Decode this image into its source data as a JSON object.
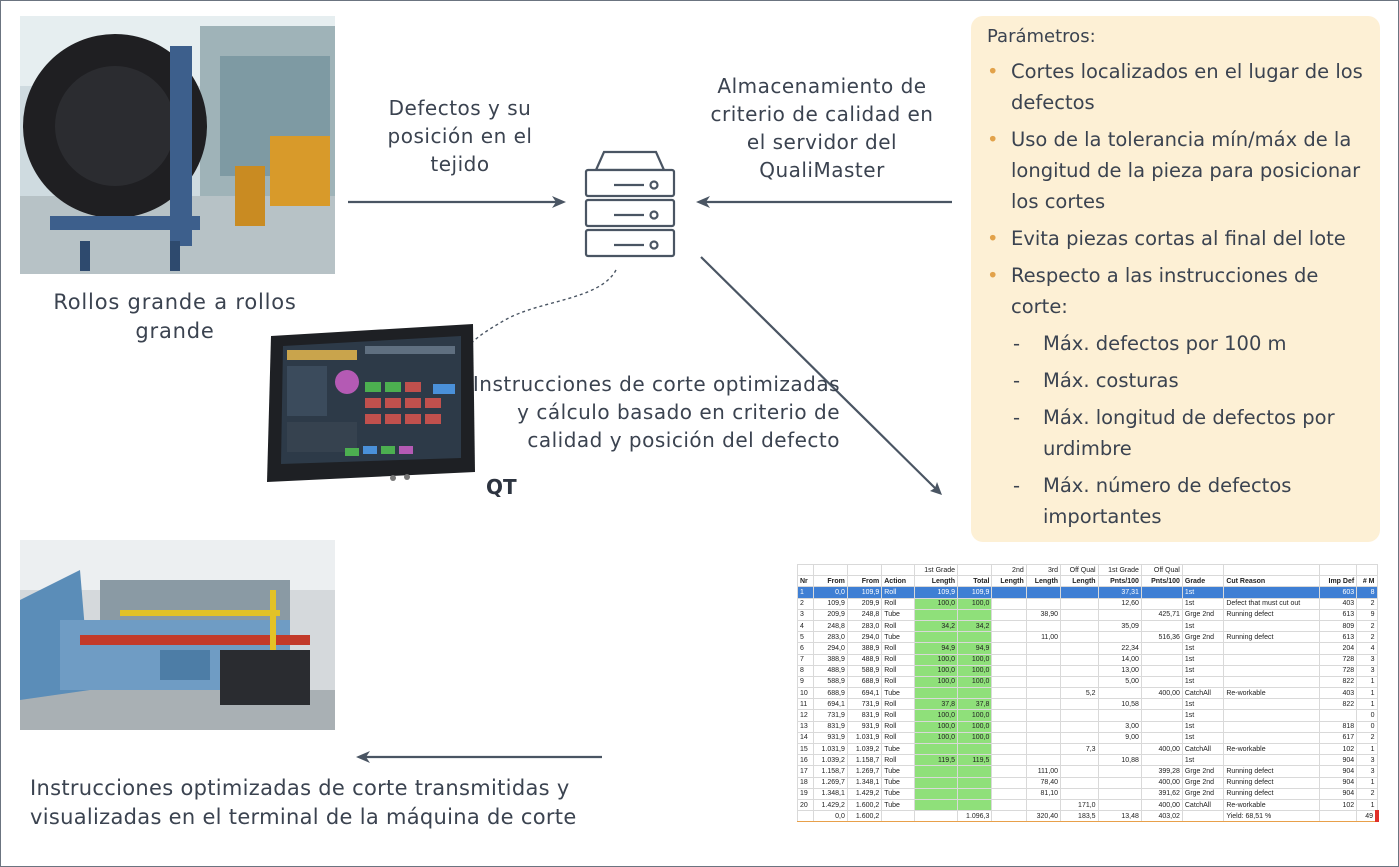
{
  "captions": {
    "rolls": "Rollos grande a rollos grande",
    "cutter": "Instrucciones optimizadas de corte transmitidas y visualizadas en el terminal de la máquina de corte"
  },
  "labels": {
    "defects": "Defectos y su posición en el tejido",
    "storage": "Almacenamiento de criterio de calidad en el servidor del QualiMaster",
    "instructions": "Instrucciones de corte optimizadas y cálculo basado en criterio de calidad y posición del defecto",
    "qt": "QT"
  },
  "params": {
    "title": "Parámetros:",
    "items": [
      "Cortes localizados en el lugar de los defectos",
      "Uso de la tolerancia mín/máx de la longitud de la pieza para posicionar los cortes",
      "Evita piezas cortas al final del lote",
      "Respecto a las instrucciones de corte:"
    ],
    "subitems": [
      "Máx. defectos por 100 m",
      "Máx. costuras",
      "Máx. longitud de defectos por urdimbre",
      "Máx. número de defectos importantes"
    ]
  },
  "colors": {
    "arrow": "#4a5563",
    "params_bg": "#fdf0d5",
    "bullet": "#e2a24a",
    "green": "#8fe07a",
    "select": "#3f7fd4"
  },
  "table": {
    "group_header": [
      "",
      "",
      "",
      "",
      "1st Grade",
      "",
      "2nd",
      "3rd",
      "Off Qual",
      "1st Grade",
      "Off Qual",
      "",
      "",
      "",
      ""
    ],
    "header": [
      "Nr",
      "From",
      "From",
      "Action",
      "Length",
      "Total",
      "Length",
      "Length",
      "Length",
      "Pnts/100",
      "Pnts/100",
      "Grade",
      "Cut Reason",
      "Imp Def",
      "# M"
    ],
    "rows": [
      [
        "1",
        "0,0",
        "109,9",
        "Roll",
        "109,9",
        "109,9",
        "",
        "",
        "",
        "37,31",
        "",
        "1st",
        "",
        "603",
        "8"
      ],
      [
        "2",
        "109,9",
        "209,9",
        "Roll",
        "100,0",
        "100,0",
        "",
        "",
        "",
        "12,60",
        "",
        "1st",
        "Defect that must cut out",
        "403",
        "2"
      ],
      [
        "3",
        "209,9",
        "248,8",
        "Tube",
        "",
        "",
        "",
        "38,90",
        "",
        "",
        "425,71",
        "Grge 2nd",
        "Running defect",
        "613",
        "9"
      ],
      [
        "4",
        "248,8",
        "283,0",
        "Roll",
        "34,2",
        "34,2",
        "",
        "",
        "",
        "35,09",
        "",
        "1st",
        "",
        "809",
        "2"
      ],
      [
        "5",
        "283,0",
        "294,0",
        "Tube",
        "",
        "",
        "",
        "11,00",
        "",
        "",
        "516,36",
        "Grge 2nd",
        "Running defect",
        "613",
        "2"
      ],
      [
        "6",
        "294,0",
        "388,9",
        "Roll",
        "94,9",
        "94,9",
        "",
        "",
        "",
        "22,34",
        "",
        "1st",
        "",
        "204",
        "4"
      ],
      [
        "7",
        "388,9",
        "488,9",
        "Roll",
        "100,0",
        "100,0",
        "",
        "",
        "",
        "14,00",
        "",
        "1st",
        "",
        "728",
        "3"
      ],
      [
        "8",
        "488,9",
        "588,9",
        "Roll",
        "100,0",
        "100,0",
        "",
        "",
        "",
        "13,00",
        "",
        "1st",
        "",
        "728",
        "3"
      ],
      [
        "9",
        "588,9",
        "688,9",
        "Roll",
        "100,0",
        "100,0",
        "",
        "",
        "",
        "5,00",
        "",
        "1st",
        "",
        "822",
        "1"
      ],
      [
        "10",
        "688,9",
        "694,1",
        "Tube",
        "",
        "",
        "",
        "",
        "5,2",
        "",
        "400,00",
        "CatchAll",
        "Re-workable",
        "403",
        "1"
      ],
      [
        "11",
        "694,1",
        "731,9",
        "Roll",
        "37,8",
        "37,8",
        "",
        "",
        "",
        "10,58",
        "",
        "1st",
        "",
        "822",
        "1"
      ],
      [
        "12",
        "731,9",
        "831,9",
        "Roll",
        "100,0",
        "100,0",
        "",
        "",
        "",
        "",
        "",
        "1st",
        "",
        "",
        "0"
      ],
      [
        "13",
        "831,9",
        "931,9",
        "Roll",
        "100,0",
        "100,0",
        "",
        "",
        "",
        "3,00",
        "",
        "1st",
        "",
        "818",
        "0"
      ],
      [
        "14",
        "931,9",
        "1.031,9",
        "Roll",
        "100,0",
        "100,0",
        "",
        "",
        "",
        "9,00",
        "",
        "1st",
        "",
        "617",
        "2"
      ],
      [
        "15",
        "1.031,9",
        "1.039,2",
        "Tube",
        "",
        "",
        "",
        "",
        "7,3",
        "",
        "400,00",
        "CatchAll",
        "Re-workable",
        "102",
        "1"
      ],
      [
        "16",
        "1.039,2",
        "1.158,7",
        "Roll",
        "119,5",
        "119,5",
        "",
        "",
        "",
        "10,88",
        "",
        "1st",
        "",
        "904",
        "3"
      ],
      [
        "17",
        "1.158,7",
        "1.269,7",
        "Tube",
        "",
        "",
        "",
        "111,00",
        "",
        "",
        "399,28",
        "Grge 2nd",
        "Running defect",
        "904",
        "3"
      ],
      [
        "18",
        "1.269,7",
        "1.348,1",
        "Tube",
        "",
        "",
        "",
        "78,40",
        "",
        "",
        "400,00",
        "Grge 2nd",
        "Running defect",
        "904",
        "1"
      ],
      [
        "19",
        "1.348,1",
        "1.429,2",
        "Tube",
        "",
        "",
        "",
        "81,10",
        "",
        "",
        "391,62",
        "Grge 2nd",
        "Running defect",
        "904",
        "2"
      ],
      [
        "20",
        "1.429,2",
        "1.600,2",
        "Tube",
        "",
        "",
        "",
        "",
        "171,0",
        "",
        "400,00",
        "CatchAll",
        "Re-workable",
        "102",
        "1"
      ]
    ],
    "total": [
      "",
      "0,0",
      "1.600,2",
      "",
      "",
      "1.096,3",
      "",
      "320,40",
      "183,5",
      "13,48",
      "403,02",
      "",
      "Yield: 68,51 %",
      "",
      "49"
    ]
  }
}
